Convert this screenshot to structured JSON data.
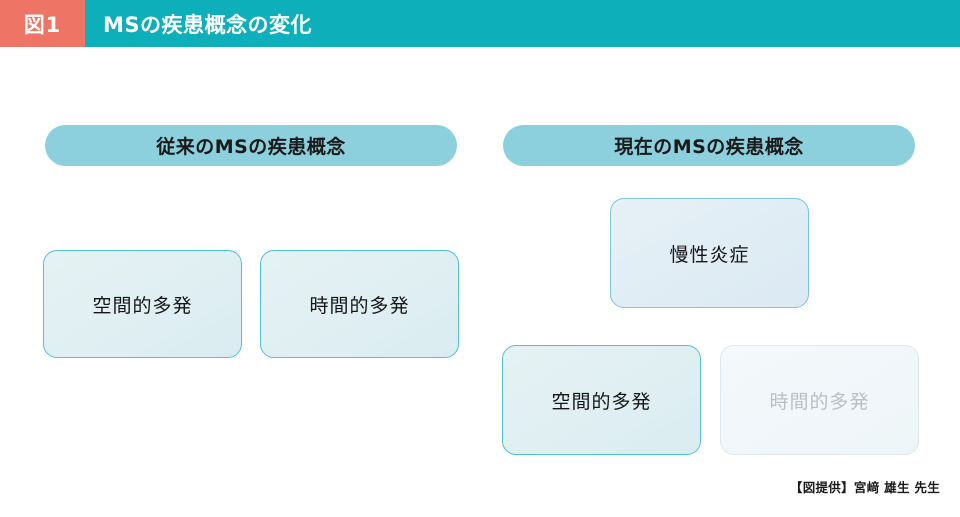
{
  "header": {
    "badge": "図1",
    "title": "MSの疾患概念の変化",
    "badge_color": "#ee7566",
    "bar_color": "#0dafba",
    "text_color": "#ffffff"
  },
  "columns": [
    {
      "id": "past",
      "title": "従来のMSの疾患概念",
      "title_bg": "#8ccfdd",
      "boxes": [
        {
          "label": "空間的多発",
          "state": "active"
        },
        {
          "label": "時間的多発",
          "state": "active"
        }
      ]
    },
    {
      "id": "present",
      "title": "現在のMSの疾患概念",
      "title_bg": "#8ccfdd",
      "boxes": [
        {
          "label": "慢性炎症",
          "state": "emphasis"
        },
        {
          "label": "空間的多発",
          "state": "active"
        },
        {
          "label": "時間的多発",
          "state": "faded"
        }
      ]
    }
  ],
  "credit": "【図提供】宮﨑 雄生 先生"
}
